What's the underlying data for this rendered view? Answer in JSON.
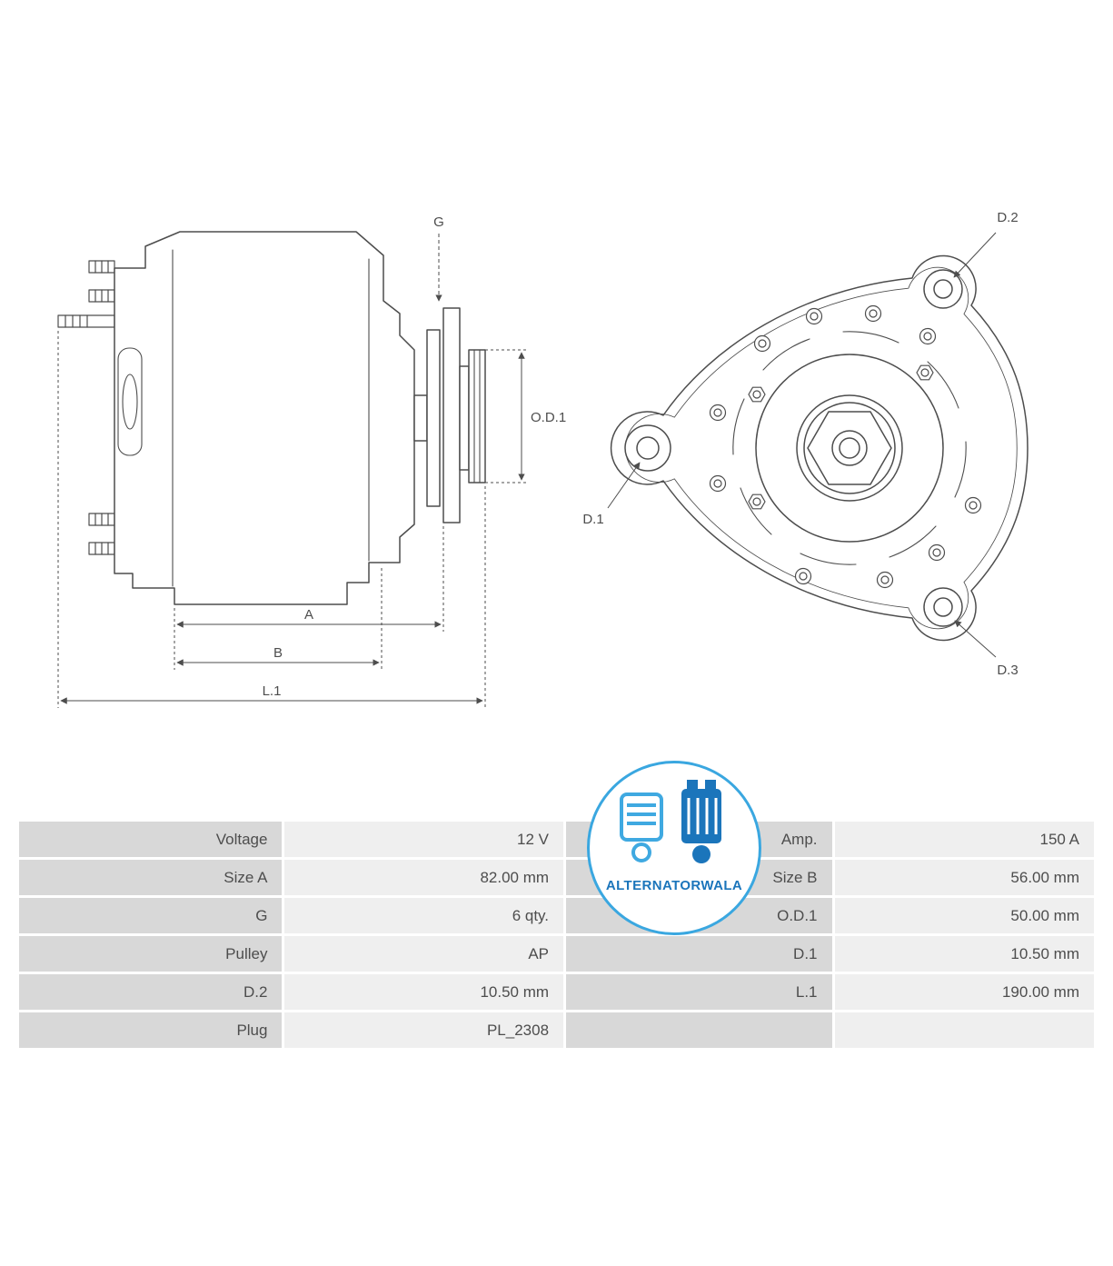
{
  "page": {
    "background": "#ffffff"
  },
  "drawings": {
    "line_color": "#4d4d4d",
    "side_view": {
      "labels": {
        "g": "G",
        "od1": "O.D.1",
        "a": "A",
        "b": "B",
        "l1": "L.1"
      }
    },
    "front_view": {
      "labels": {
        "d1": "D.1",
        "d2": "D.2",
        "d3": "D.3"
      }
    }
  },
  "logo": {
    "text": "ALTERNATORWALA",
    "ring_color": "#3aa7e0",
    "text_color": "#1b75bb"
  },
  "table": {
    "label_bg": "#d8d8d8",
    "value_bg": "#efefef",
    "rows": [
      {
        "label1": "Voltage",
        "value1": "12 V",
        "label2": "Amp.",
        "value2": "150 A"
      },
      {
        "label1": "Size A",
        "value1": "82.00 mm",
        "label2": "Size B",
        "value2": "56.00 mm"
      },
      {
        "label1": "G",
        "value1": "6 qty.",
        "label2": "O.D.1",
        "value2": "50.00 mm"
      },
      {
        "label1": "Pulley",
        "value1": "AP",
        "label2": "D.1",
        "value2": "10.50 mm"
      },
      {
        "label1": "D.2",
        "value1": "10.50 mm",
        "label2": "L.1",
        "value2": "190.00 mm"
      },
      {
        "label1": "Plug",
        "value1": "PL_2308",
        "label2": "",
        "value2": ""
      }
    ]
  }
}
